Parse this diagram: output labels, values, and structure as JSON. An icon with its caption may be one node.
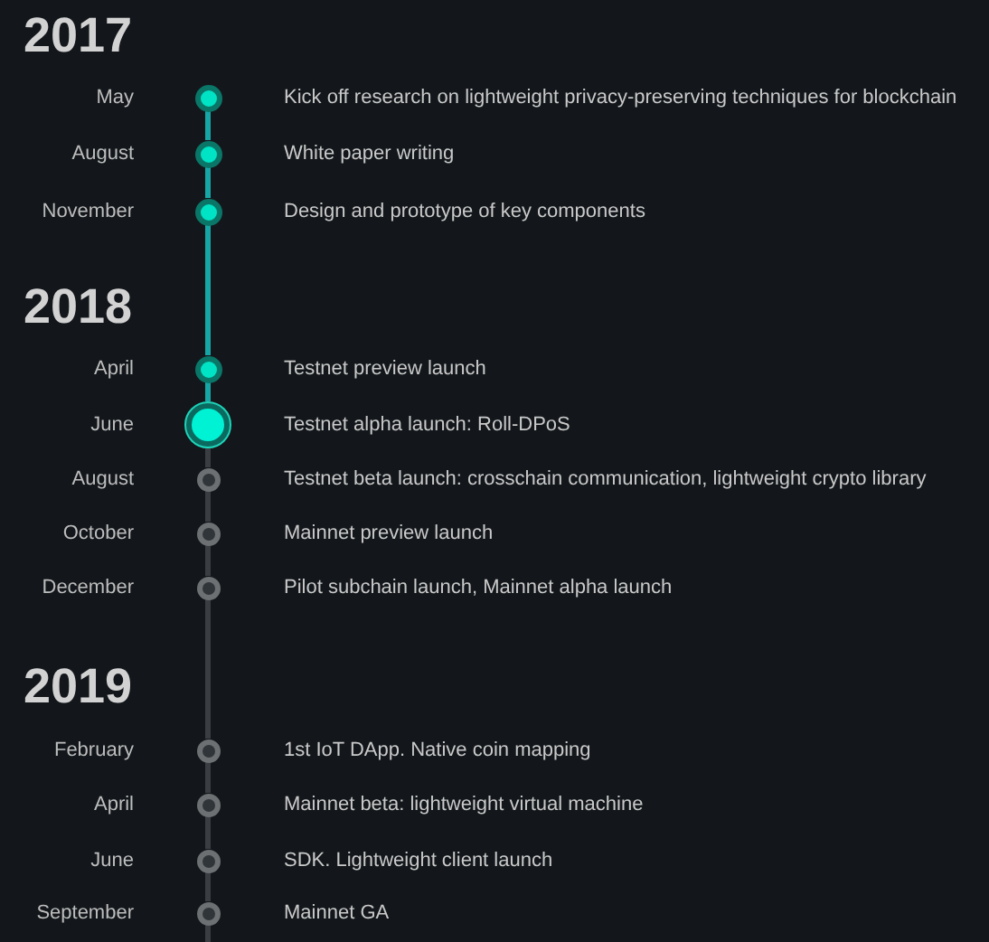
{
  "diagram": {
    "nodes": [
      {
        "text": [],
        "shape": "circle",
        "beside": [
          "May",
          "Kick off research on lightweight privacy-preserving techniques for blockchain"
        ]
      },
      {
        "text": [],
        "shape": "circle",
        "beside": [
          "August",
          "White paper writing"
        ]
      },
      {
        "text": [],
        "shape": "circle",
        "beside": [
          "November",
          "Design and prototype of key components"
        ]
      },
      {
        "text": [],
        "shape": "circle",
        "beside": [
          "April",
          "Testnet preview launch"
        ]
      },
      {
        "text": [],
        "shape": "circle",
        "beside": [
          "June",
          "Testnet alpha launch: Roll-DPoS"
        ]
      },
      {
        "text": [],
        "shape": "circle",
        "beside": [
          "August",
          "Testnet beta launch: crosschain communication, lightweight crypto library"
        ]
      },
      {
        "text": [],
        "shape": "circle",
        "beside": [
          "October",
          "Mainnet preview launch"
        ]
      },
      {
        "text": [],
        "shape": "circle",
        "beside": [
          "December",
          "Pilot subchain launch, Mainnet alpha launch"
        ]
      },
      {
        "text": [],
        "shape": "circle",
        "beside": [
          "February",
          "1st IoT DApp. Native coin mapping"
        ]
      },
      {
        "text": [],
        "shape": "circle",
        "beside": [
          "April",
          "Mainnet beta: lightweight virtual machine"
        ]
      },
      {
        "text": [],
        "shape": "circle",
        "beside": [
          "June",
          "SDK. Lightweight client launch"
        ]
      },
      {
        "text": [],
        "shape": "circle",
        "beside": [
          "September",
          "Mainnet GA"
        ]
      }
    ],
    "edges": [
      {
        "from": 0,
        "to": 1,
        "arrow": "none",
        "color": "#17a6a6"
      },
      {
        "from": 1,
        "to": 2,
        "arrow": "none",
        "color": "#17a6a6"
      },
      {
        "from": 2,
        "to": 3,
        "arrow": "none",
        "color": "#17a6a6"
      },
      {
        "from": 3,
        "to": 4,
        "arrow": "none",
        "color": "#17a6a6"
      },
      {
        "from": 4,
        "to": 5,
        "arrow": "none"
      },
      {
        "from": 5,
        "to": 6,
        "arrow": "none"
      },
      {
        "from": 6,
        "to": 7,
        "arrow": "none"
      },
      {
        "from": 7,
        "to": 8,
        "arrow": "none"
      },
      {
        "from": 8,
        "to": 9,
        "arrow": "none"
      },
      {
        "from": 9,
        "to": 10,
        "arrow": "none"
      },
      {
        "from": 10,
        "to": 11,
        "arrow": "none"
      },
      {
        "from": 11,
        "to": null,
        "arrow": "none"
      }
    ],
    "labels": [
      "2017",
      "2018",
      "2019"
    ]
  }
}
